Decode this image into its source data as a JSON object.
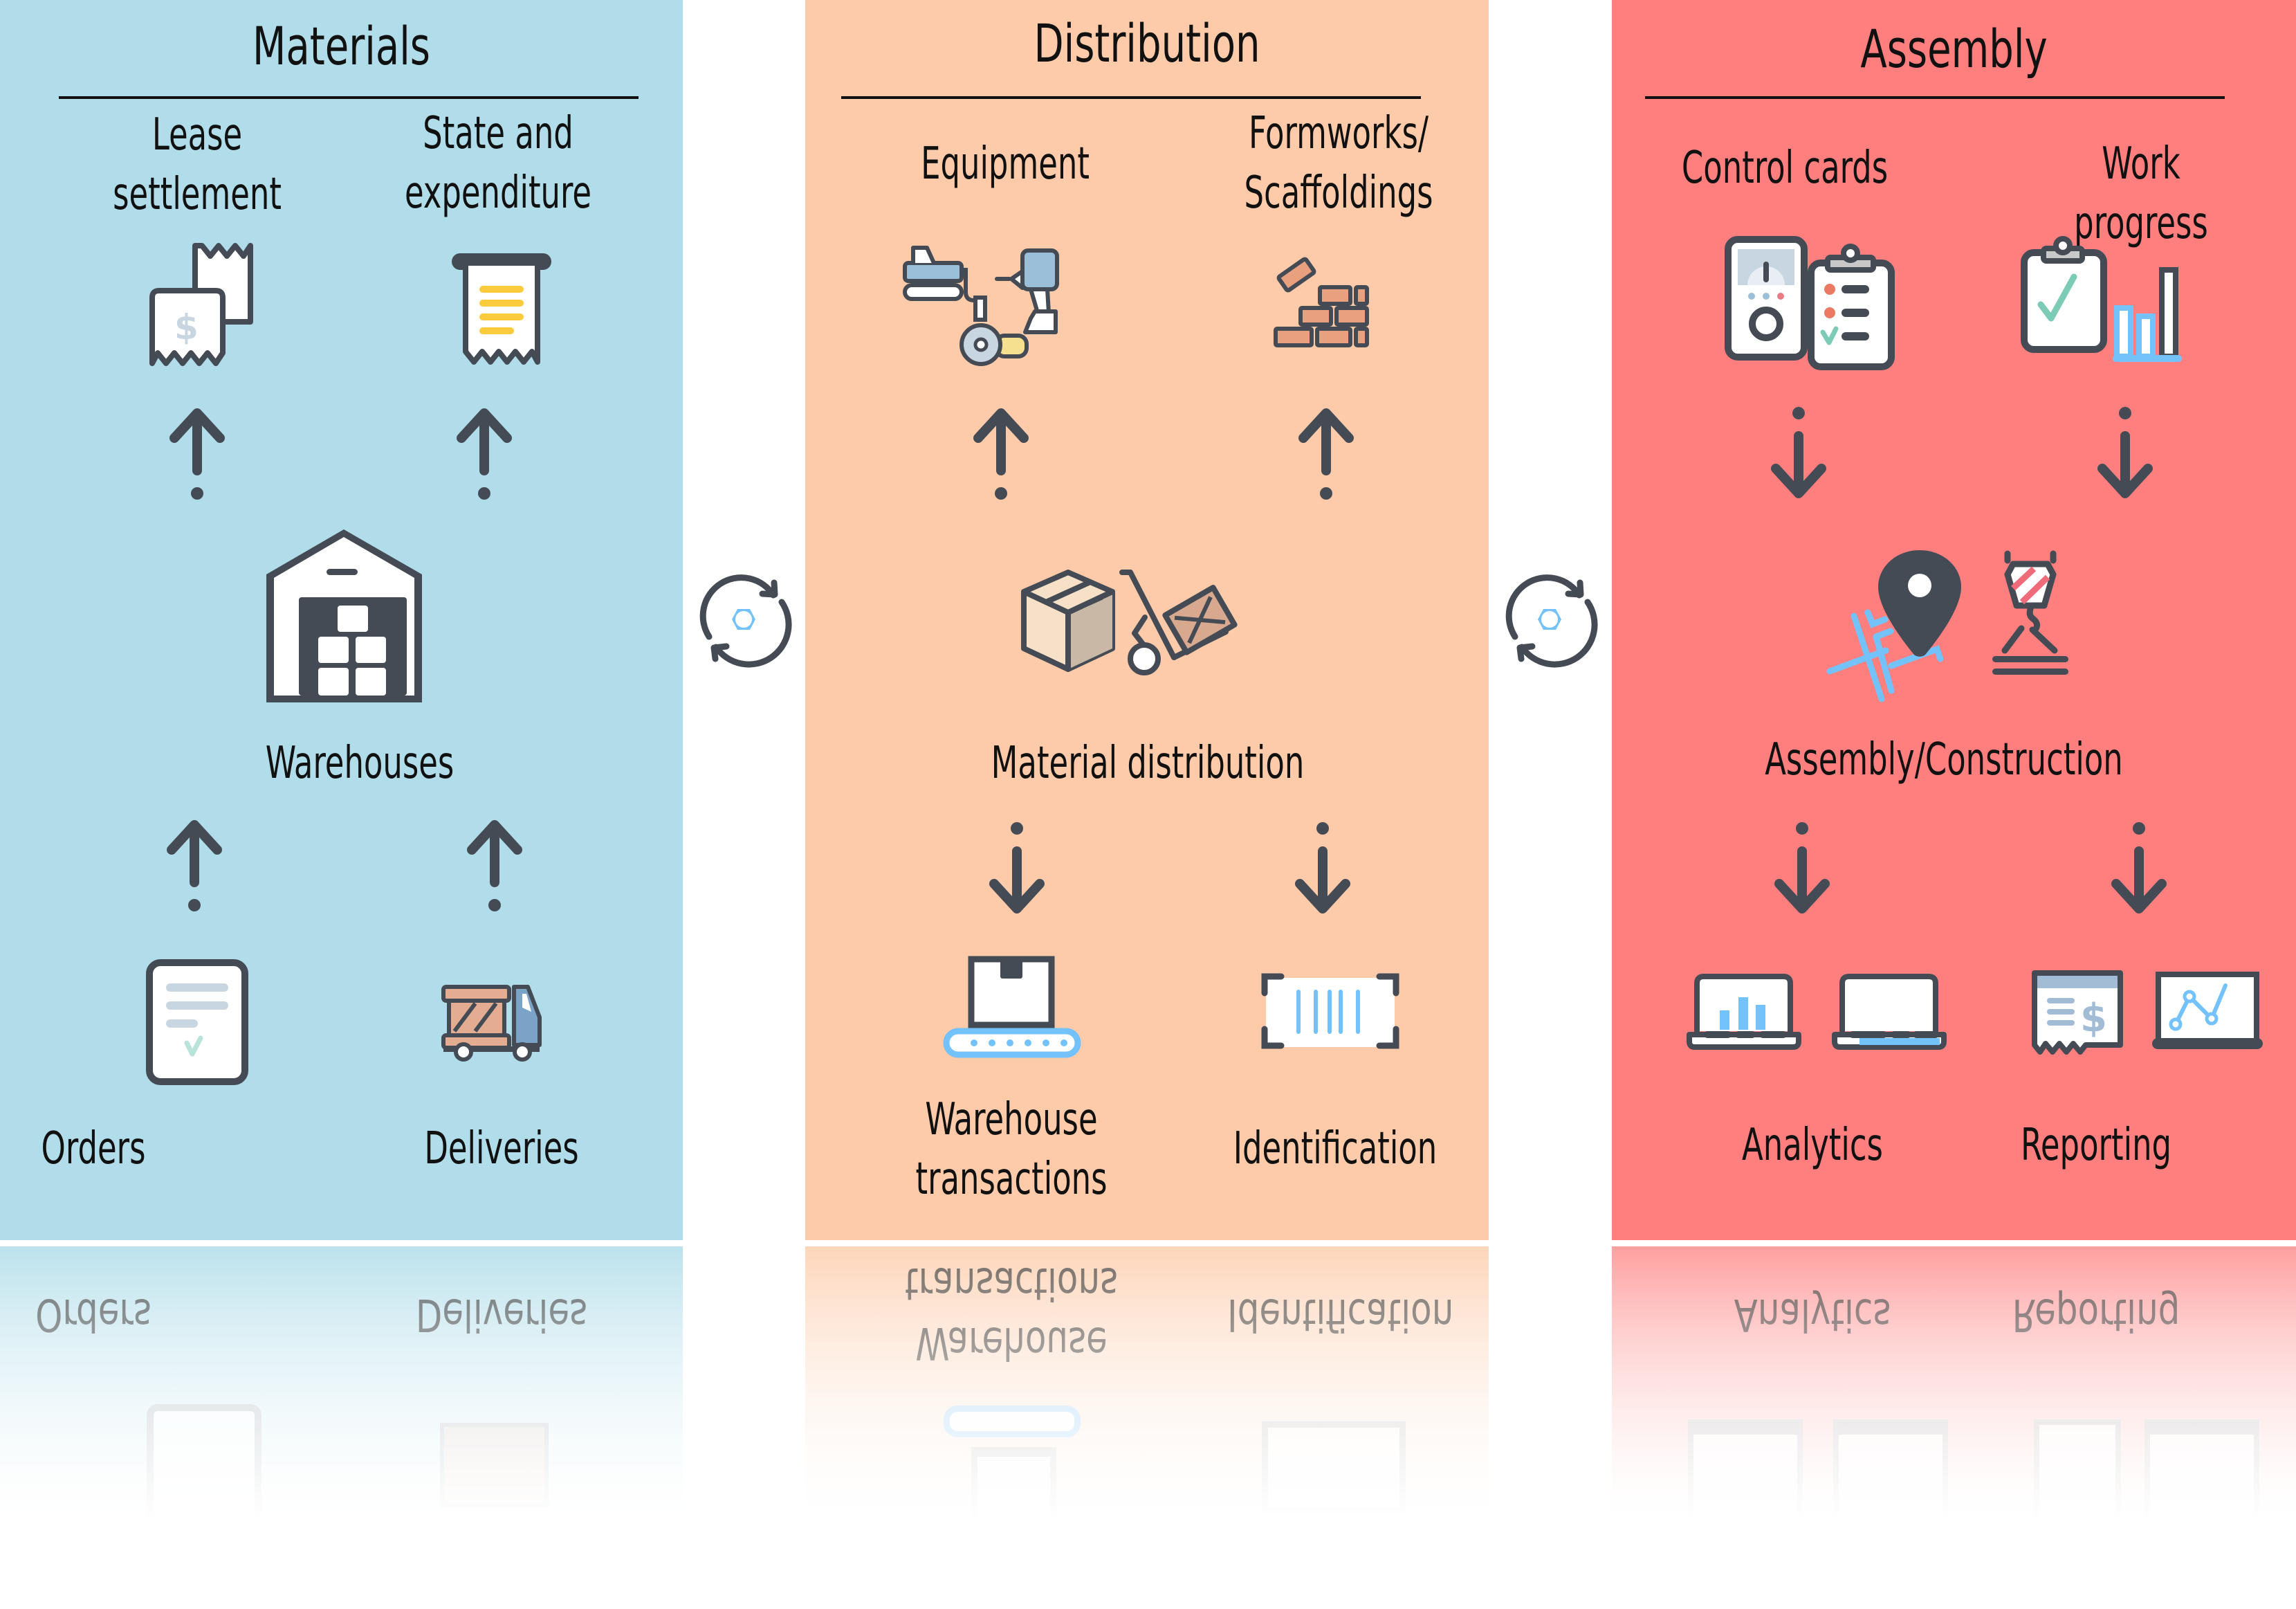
{
  "colors": {
    "materials_bg": "#b0dde9",
    "distribution_bg": "#fdcba9",
    "assembly_bg": "#ff7f7f",
    "icon_stroke": "#454b54",
    "accent_blue": "#74c2fb"
  },
  "panels": {
    "materials": {
      "title": "Materials",
      "top_items": [
        "Lease\nsettlement",
        "State and\nexpenditure"
      ],
      "center_label": "Warehouses",
      "bottom_items": [
        "Orders",
        "Deliveries"
      ],
      "flow_direction": "up"
    },
    "distribution": {
      "title": "Distribution",
      "top_items": [
        "Equipment",
        "Formworks/\nScaffoldings"
      ],
      "center_label": "Material distribution",
      "bottom_items": [
        "Warehouse\ntransactions",
        "Identification"
      ],
      "flow_direction": "up-then-down"
    },
    "assembly": {
      "title": "Assembly",
      "top_items": [
        "Control cards",
        "Work progress"
      ],
      "center_label": "Assembly/Construction",
      "bottom_items": [
        "Analytics",
        "Reporting"
      ],
      "flow_direction": "down"
    }
  },
  "connectors": [
    {
      "icon": "sync-nut-icon"
    },
    {
      "icon": "sync-nut-icon"
    }
  ],
  "icons": {
    "lease_settlement": "receipts-dollar-icon",
    "state_expenditure": "receipt-printer-icon",
    "warehouses": "warehouse-icon",
    "orders": "document-check-icon",
    "deliveries": "delivery-truck-icon",
    "equipment": "construction-tools-icon",
    "formworks": "bricks-icon",
    "material_distribution": "box-hand-truck-icon",
    "warehouse_transactions": "conveyor-box-icon",
    "identification": "barcode-scan-icon",
    "control_cards": "meter-checklist-icon",
    "work_progress": "clipboard-chart-icon",
    "assembly_construction": "map-pin-crane-hook-icon",
    "analytics": "laptops-chart-icon",
    "reporting": "invoice-graph-icon"
  }
}
